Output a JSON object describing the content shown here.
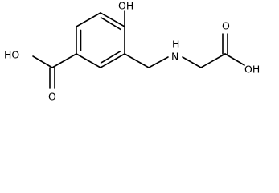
{
  "molecule": {
    "labels": {
      "hydroxyl": "OH",
      "acid_left_oh": "HO",
      "acid_left_o": "O",
      "amine": "N",
      "amine_h": "H",
      "acid_right_o": "O",
      "acid_right_oh": "OH"
    }
  }
}
